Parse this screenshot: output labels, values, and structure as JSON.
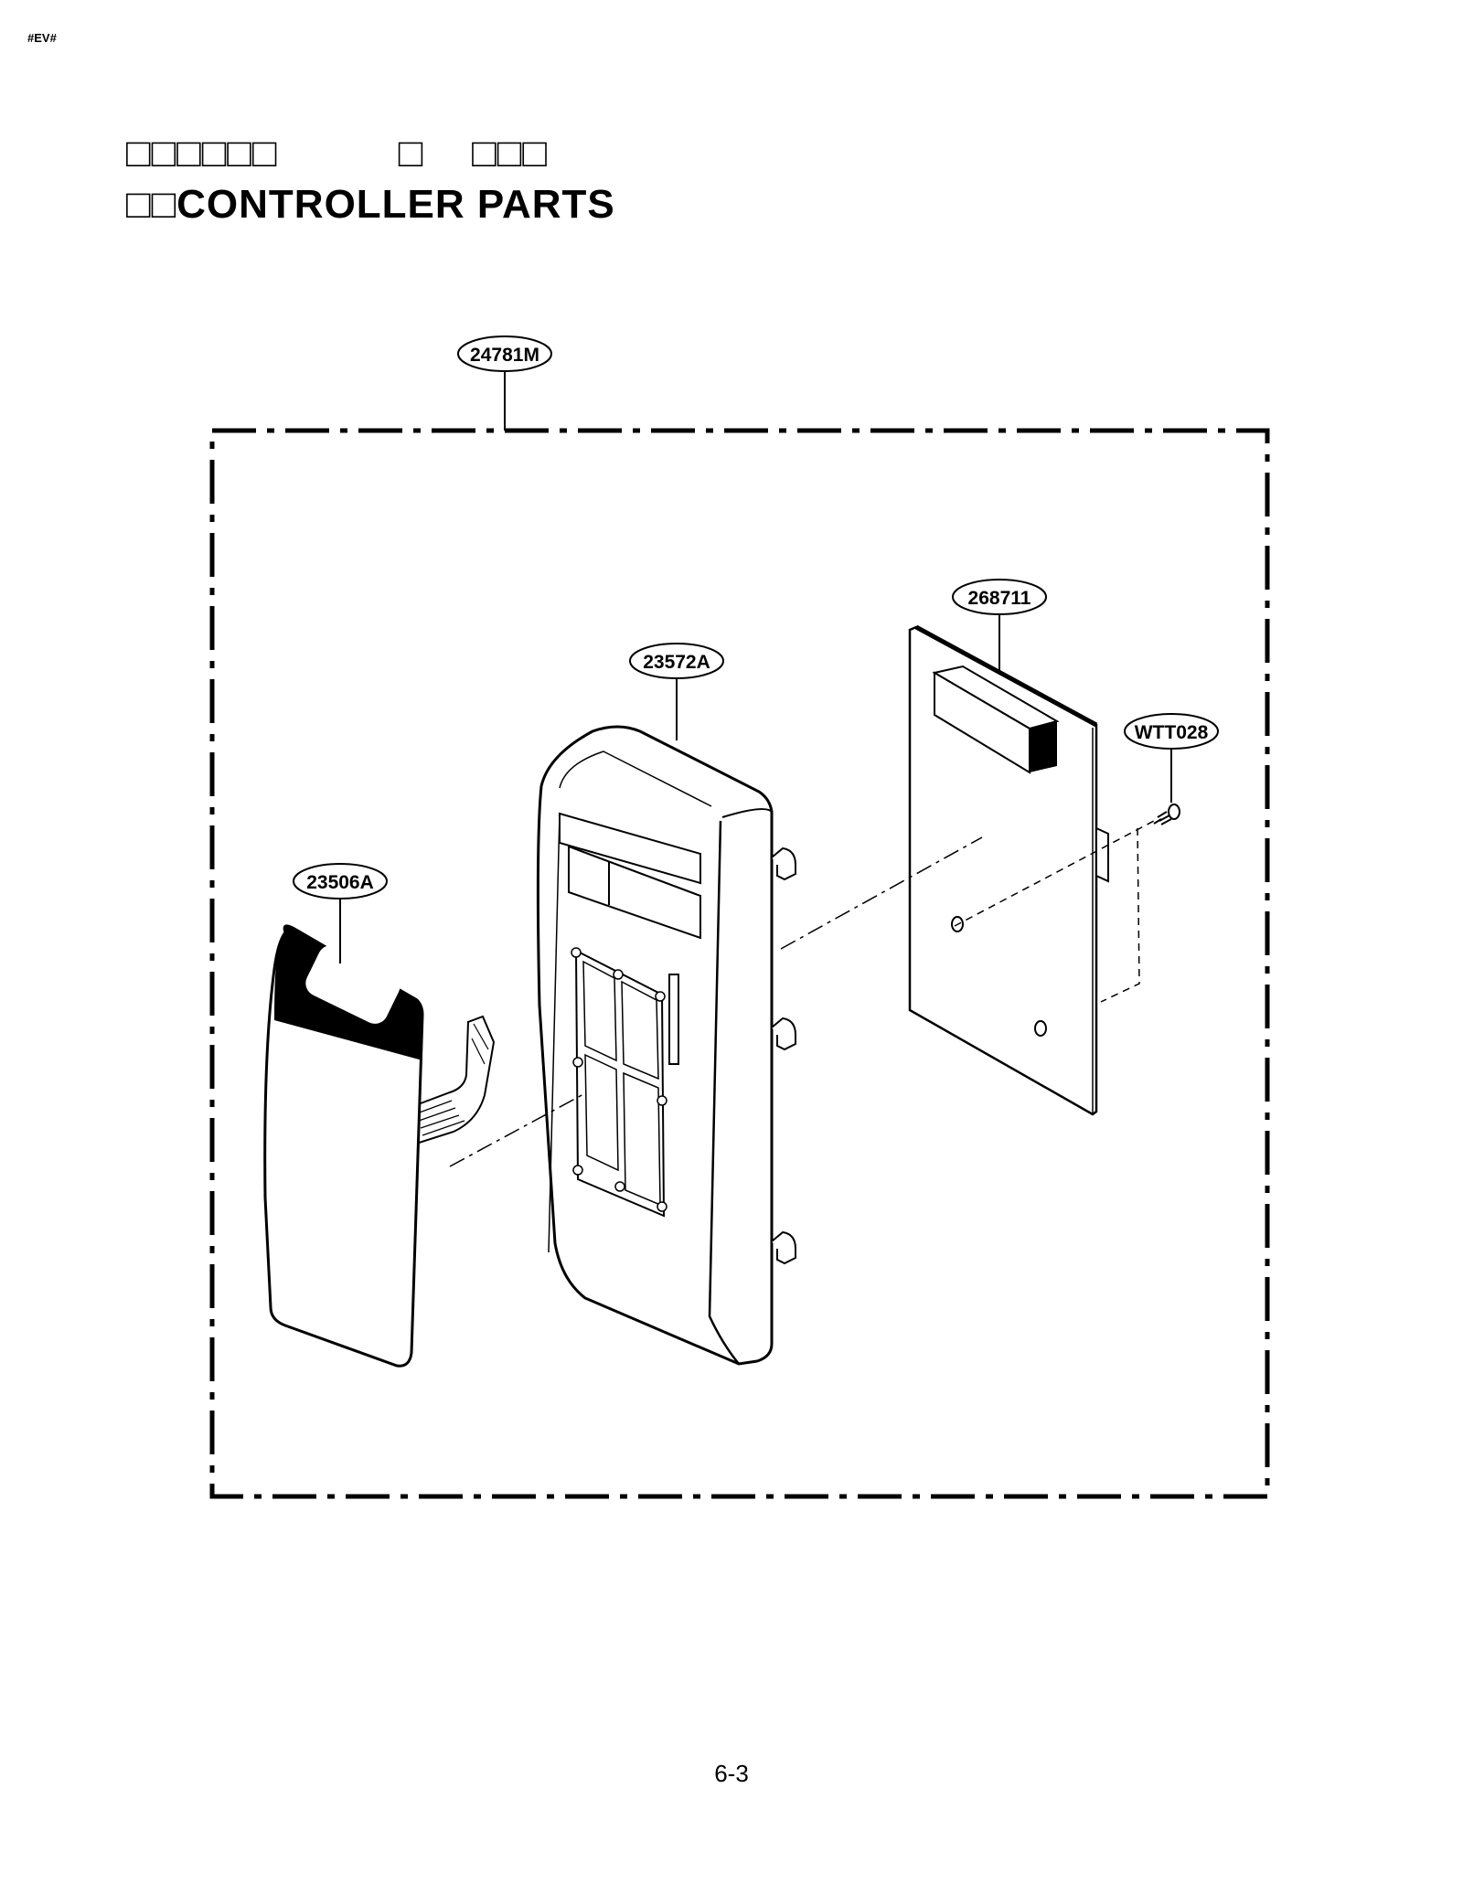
{
  "header": {
    "corner_tag": "#EV#"
  },
  "title": {
    "line1": "□□□□□□          □    □□□",
    "line2": "□□CONTROLLER PARTS"
  },
  "callouts": {
    "assembly": "24781M",
    "pcb": "268711",
    "housing": "23572A",
    "screw": "WTT028",
    "membrane": "23506A"
  },
  "footer": {
    "page_number": "6-3"
  },
  "colors": {
    "ink": "#000000",
    "paper": "#ffffff",
    "label_band": "#000000"
  }
}
